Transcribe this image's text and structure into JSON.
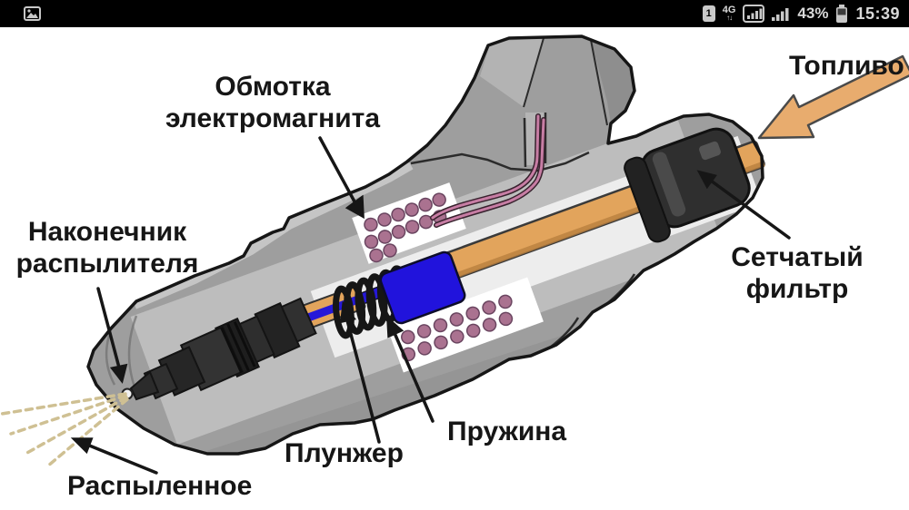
{
  "status_bar": {
    "sim_slot": "1",
    "network_type": "4G",
    "battery_percent": "43%",
    "time": "15:39",
    "icons": [
      "image-notification-icon",
      "sim-card-icon",
      "network-4g-icon",
      "signal-boxed-icon",
      "signal-bars-icon",
      "battery-icon"
    ]
  },
  "diagram": {
    "labels": {
      "coil_line1": "Обмотка",
      "coil_line2": "электромагнита",
      "fuel": "Топливо",
      "nozzle_tip_line1": "Наконечник",
      "nozzle_tip_line2": "распылителя",
      "filter_line1": "Сетчатый",
      "filter_line2": "фильтр",
      "spring": "Пружина",
      "plunger": "Плунжер",
      "spray": "Распыленное"
    },
    "colors": {
      "background": "#FFFFFF",
      "statusbar_bg": "#000000",
      "body_gray": "#9E9E9E",
      "outline": "#1A1A1A",
      "fuel_tube": "#E2A45C",
      "fuel_arrow": "#E8AC6E",
      "plunger_blue": "#2113DC",
      "coil_dots": "#AA7290",
      "wire_pink": "#C77DA4",
      "spray": "#CFC093"
    }
  }
}
